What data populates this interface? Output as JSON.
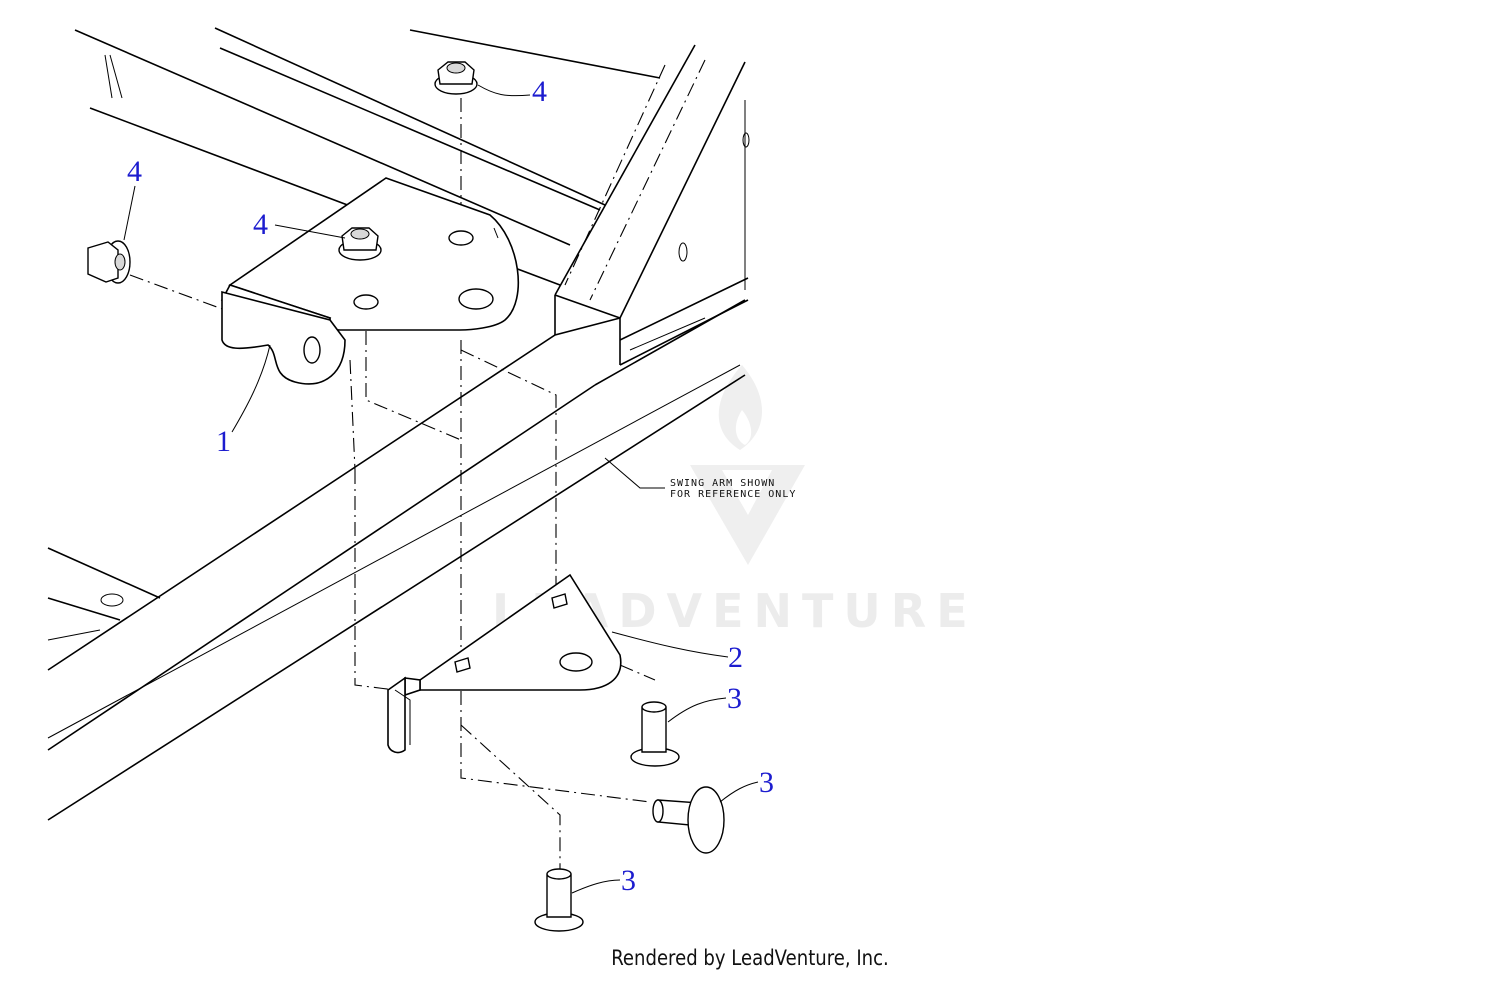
{
  "callouts": {
    "nut_top": "4",
    "nut_left": "4",
    "nut_bracket": "4",
    "bracket_upper": "1",
    "bracket_lower": "2",
    "bolt_right": "3",
    "bolt_middle": "3",
    "bolt_bottom": "3"
  },
  "note": {
    "line1": "SWING ARM SHOWN",
    "line2": "FOR REFERENCE ONLY"
  },
  "watermark": {
    "text": "LEADVENTURE"
  },
  "footer": {
    "text": "Rendered by LeadVenture, Inc."
  }
}
